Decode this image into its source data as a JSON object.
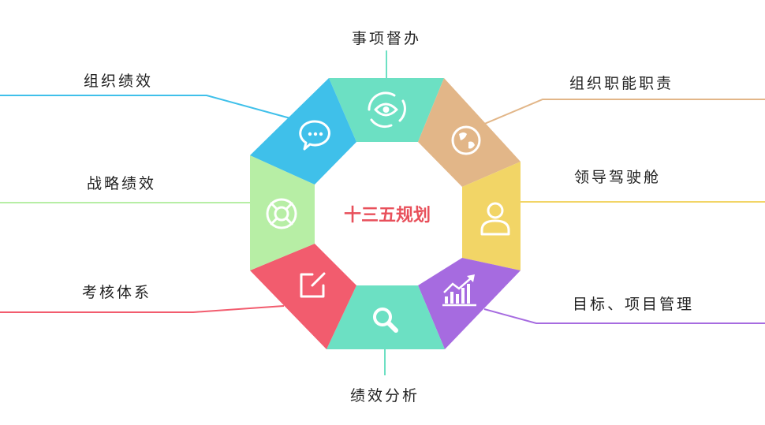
{
  "center": {
    "label": "十三五规划",
    "color": "#e8505b"
  },
  "segments": [
    {
      "id": "top",
      "label": "事项督办",
      "color": "#6ce0c3",
      "icon": "eye-icon"
    },
    {
      "id": "top-right",
      "label": "组织职能职责",
      "color": "#e2b688",
      "icon": "globe-icon"
    },
    {
      "id": "right",
      "label": "领导驾驶舱",
      "color": "#f2d566",
      "icon": "user-icon"
    },
    {
      "id": "bottom-right",
      "label": "目标、项目管理",
      "color": "#a66be0",
      "icon": "bar-chart-icon"
    },
    {
      "id": "bottom",
      "label": "绩效分析",
      "color": "#6ce0c3",
      "icon": "search-icon"
    },
    {
      "id": "bottom-left",
      "label": "考核体系",
      "color": "#f25c6e",
      "icon": "edit-icon"
    },
    {
      "id": "left",
      "label": "战略绩效",
      "color": "#b7eea5",
      "icon": "lifebuoy-icon"
    },
    {
      "id": "top-left",
      "label": "组织绩效",
      "color": "#3fc0ea",
      "icon": "chat-bubble-icon"
    }
  ]
}
